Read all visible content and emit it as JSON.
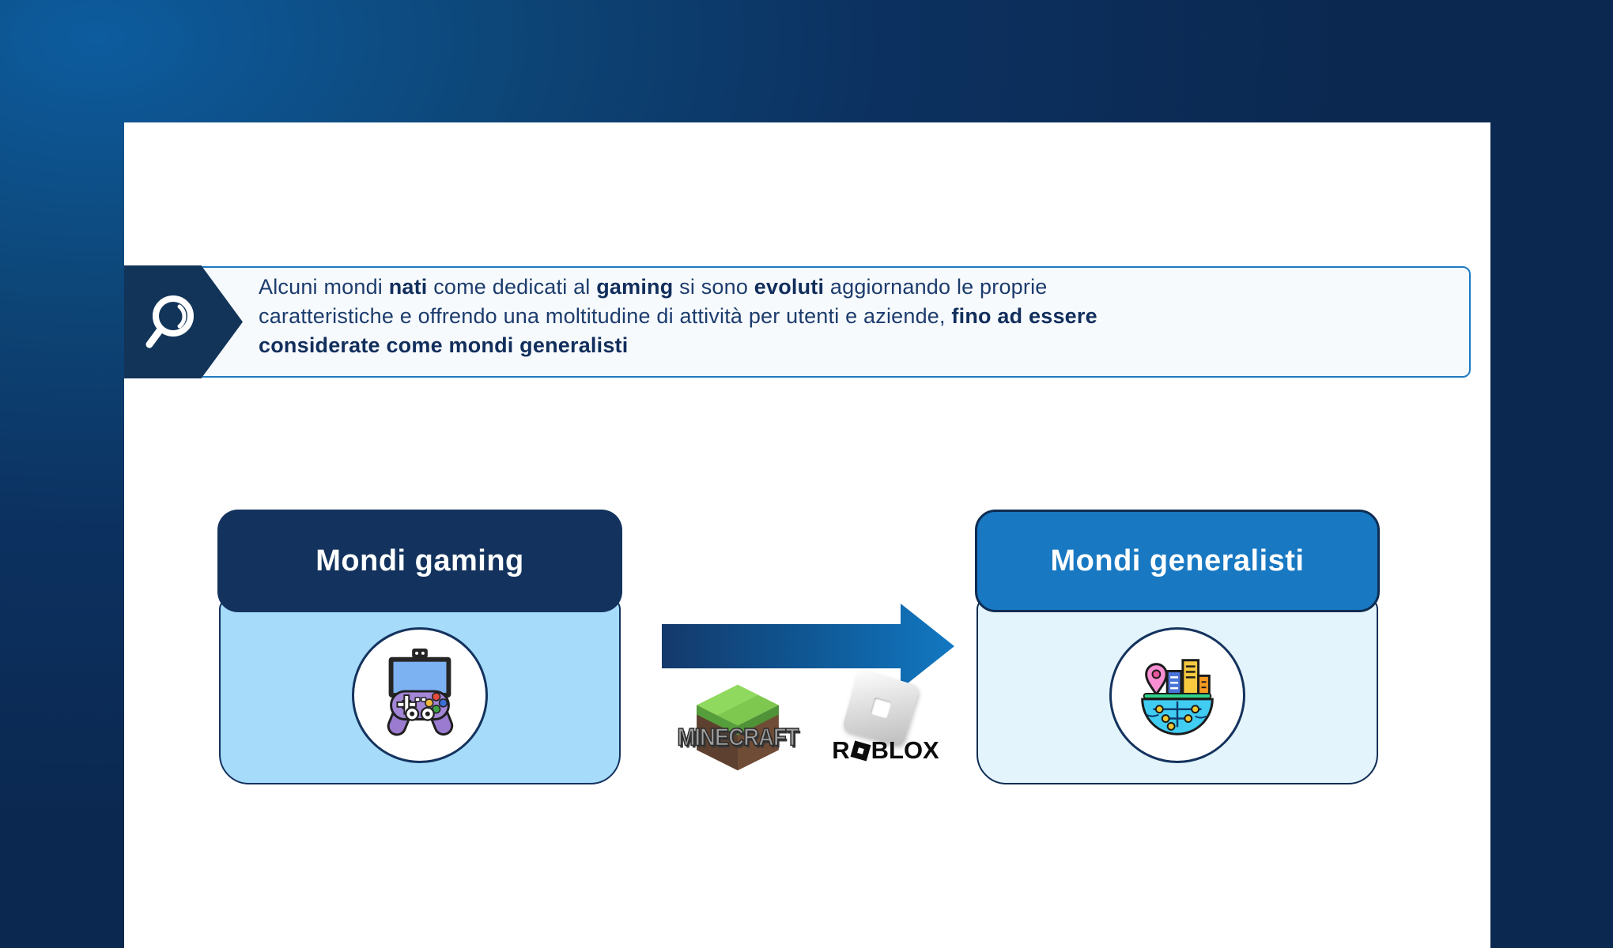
{
  "callout": {
    "lines": [
      [
        {
          "t": "Alcuni mondi "
        },
        {
          "t": "nati",
          "b": true
        },
        {
          "t": " come dedicati al "
        },
        {
          "t": "gaming",
          "b": true
        },
        {
          "t": " si sono "
        },
        {
          "t": "evoluti",
          "b": true
        },
        {
          "t": " aggiornando le proprie"
        }
      ],
      [
        {
          "t": "caratteristiche e offrendo una moltitudine di attività per utenti e aziende, "
        },
        {
          "t": "fino ad essere",
          "b": true
        }
      ],
      [
        {
          "t": "considerate come mondi generalisti",
          "b": true
        }
      ]
    ]
  },
  "cards": {
    "gaming": {
      "title": "Mondi gaming"
    },
    "generalist": {
      "title": "Mondi generalisti"
    }
  },
  "logos": {
    "minecraft": {
      "wordmark": "MINECRAFT"
    },
    "roblox": {
      "wordmark_left": "R",
      "wordmark_right": "BLOX"
    }
  },
  "colors": {
    "background_navy": "#0b2850",
    "background_light_blue": "#0d5c9e",
    "navy_header": "#13335e",
    "blue_header": "#1878c2",
    "gaming_body": "#a6dbfa",
    "generalist_body": "#e3f4fc",
    "callout_border": "#1e79c2",
    "callout_text": "#1c3c6d"
  }
}
